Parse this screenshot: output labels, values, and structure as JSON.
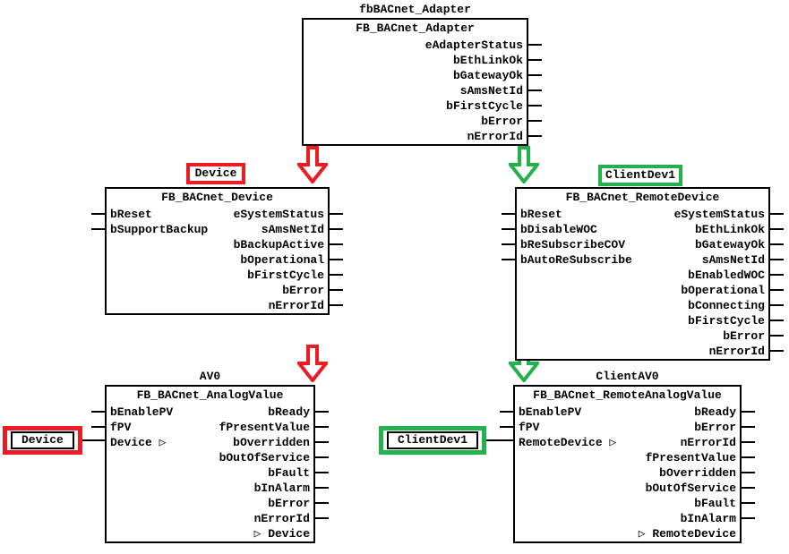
{
  "colors": {
    "annotation_red": "#ED1C24",
    "annotation_green": "#22B14C",
    "line": "#000000"
  },
  "adapter": {
    "instance": "fbBACnet_Adapter",
    "type": "FB_BACnet_Adapter",
    "outputs": [
      "eAdapterStatus",
      "bEthLinkOk",
      "bGatewayOk",
      "sAmsNetId",
      "bFirstCycle",
      "bError",
      "nErrorId"
    ]
  },
  "device": {
    "annotation": "Device",
    "type": "FB_BACnet_Device",
    "inputs": [
      "bReset",
      "bSupportBackup"
    ],
    "outputs": [
      "eSystemStatus",
      "sAmsNetId",
      "bBackupActive",
      "bOperational",
      "bFirstCycle",
      "bError",
      "nErrorId"
    ]
  },
  "remote_device": {
    "annotation": "ClientDev1",
    "type": "FB_BACnet_RemoteDevice",
    "inputs": [
      "bReset",
      "bDisableWOC",
      "bReSubscribeCOV",
      "bAutoReSubscribe"
    ],
    "outputs": [
      "eSystemStatus",
      "bEthLinkOk",
      "bGatewayOk",
      "sAmsNetId",
      "bEnabledWOC",
      "bOperational",
      "bConnecting",
      "bFirstCycle",
      "bError",
      "nErrorId"
    ]
  },
  "analog_value": {
    "instance": "AV0",
    "type": "FB_BACnet_AnalogValue",
    "inputs": [
      "bEnablePV",
      "fPV",
      "Device ▷"
    ],
    "outputs": [
      "bReady",
      "fPresentValue",
      "bOverridden",
      "bOutOfService",
      "bFault",
      "bInAlarm",
      "bError",
      "nErrorId"
    ],
    "passthrough": "▷ Device",
    "ref_annotation": "Device"
  },
  "remote_analog_value": {
    "instance": "ClientAV0",
    "type": "FB_BACnet_RemoteAnalogValue",
    "inputs": [
      "bEnablePV",
      "fPV",
      "RemoteDevice ▷"
    ],
    "outputs": [
      "bReady",
      "bError",
      "nErrorId",
      "fPresentValue",
      "bOverridden",
      "bOutOfService",
      "bFault",
      "bInAlarm"
    ],
    "passthrough": "▷ RemoteDevice",
    "ref_annotation": "ClientDev1"
  }
}
